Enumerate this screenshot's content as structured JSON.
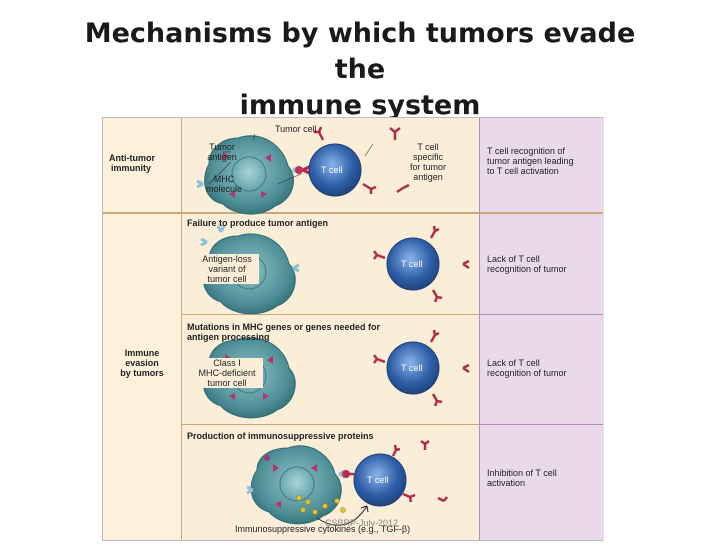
{
  "slide": {
    "title_line1": "Mechanisms by which tumors evade the",
    "title_line2": "immune system"
  },
  "figure": {
    "row_labels": {
      "anti_tumor_1": "Anti-tumor",
      "anti_tumor_2": "immunity",
      "immune_1": "Immune",
      "immune_2": "evasion",
      "immune_3": "by tumors"
    },
    "panel1": {
      "tumor_cell": "Tumor cell",
      "tumor_antigen_1": "Tumor",
      "tumor_antigen_2": "antigen",
      "mhc_1": "MHC",
      "mhc_2": "molecule",
      "tcell_specific_1": "T cell",
      "tcell_specific_2": "specific",
      "tcell_specific_3": "for tumor",
      "tcell_specific_4": "antigen",
      "tcell": "T cell",
      "result_1": "T cell recognition of",
      "result_2": "tumor antigen leading",
      "result_3": "to T cell activation"
    },
    "panel2": {
      "heading": "Failure to produce tumor antigen",
      "variant_1": "Antigen-loss",
      "variant_2": "variant of",
      "variant_3": "tumor cell",
      "tcell": "T cell",
      "result_1": "Lack of T cell",
      "result_2": "recognition of tumor"
    },
    "panel3": {
      "heading_1": "Mutations in MHC genes or genes needed for",
      "heading_2": "antigen processing",
      "class_1": "Class I",
      "class_2": "MHC-deficient",
      "class_3": "tumor cell",
      "tcell": "T cell",
      "result_1": "Lack of T cell",
      "result_2": "recognition of tumor"
    },
    "panel4": {
      "heading": "Production of immunosuppressive proteins",
      "tcell": "T cell",
      "cytokines": "Immunosuppressive cytokines (e.g., TGF-β)",
      "result_1": "Inhibition of T cell",
      "result_2": "activation"
    },
    "watermark": "CSBRP-July-2012"
  },
  "colors": {
    "panel_bg": "#fbeed8",
    "result_bg": "#e9d9ea",
    "tumor_cell": "#4f8f97",
    "tcell": "#2f5fa8",
    "antigen": "#b8336a",
    "receptor": "#b22a4a",
    "mhc": "#8ec0d8",
    "cytokine": "#e7c52c"
  }
}
